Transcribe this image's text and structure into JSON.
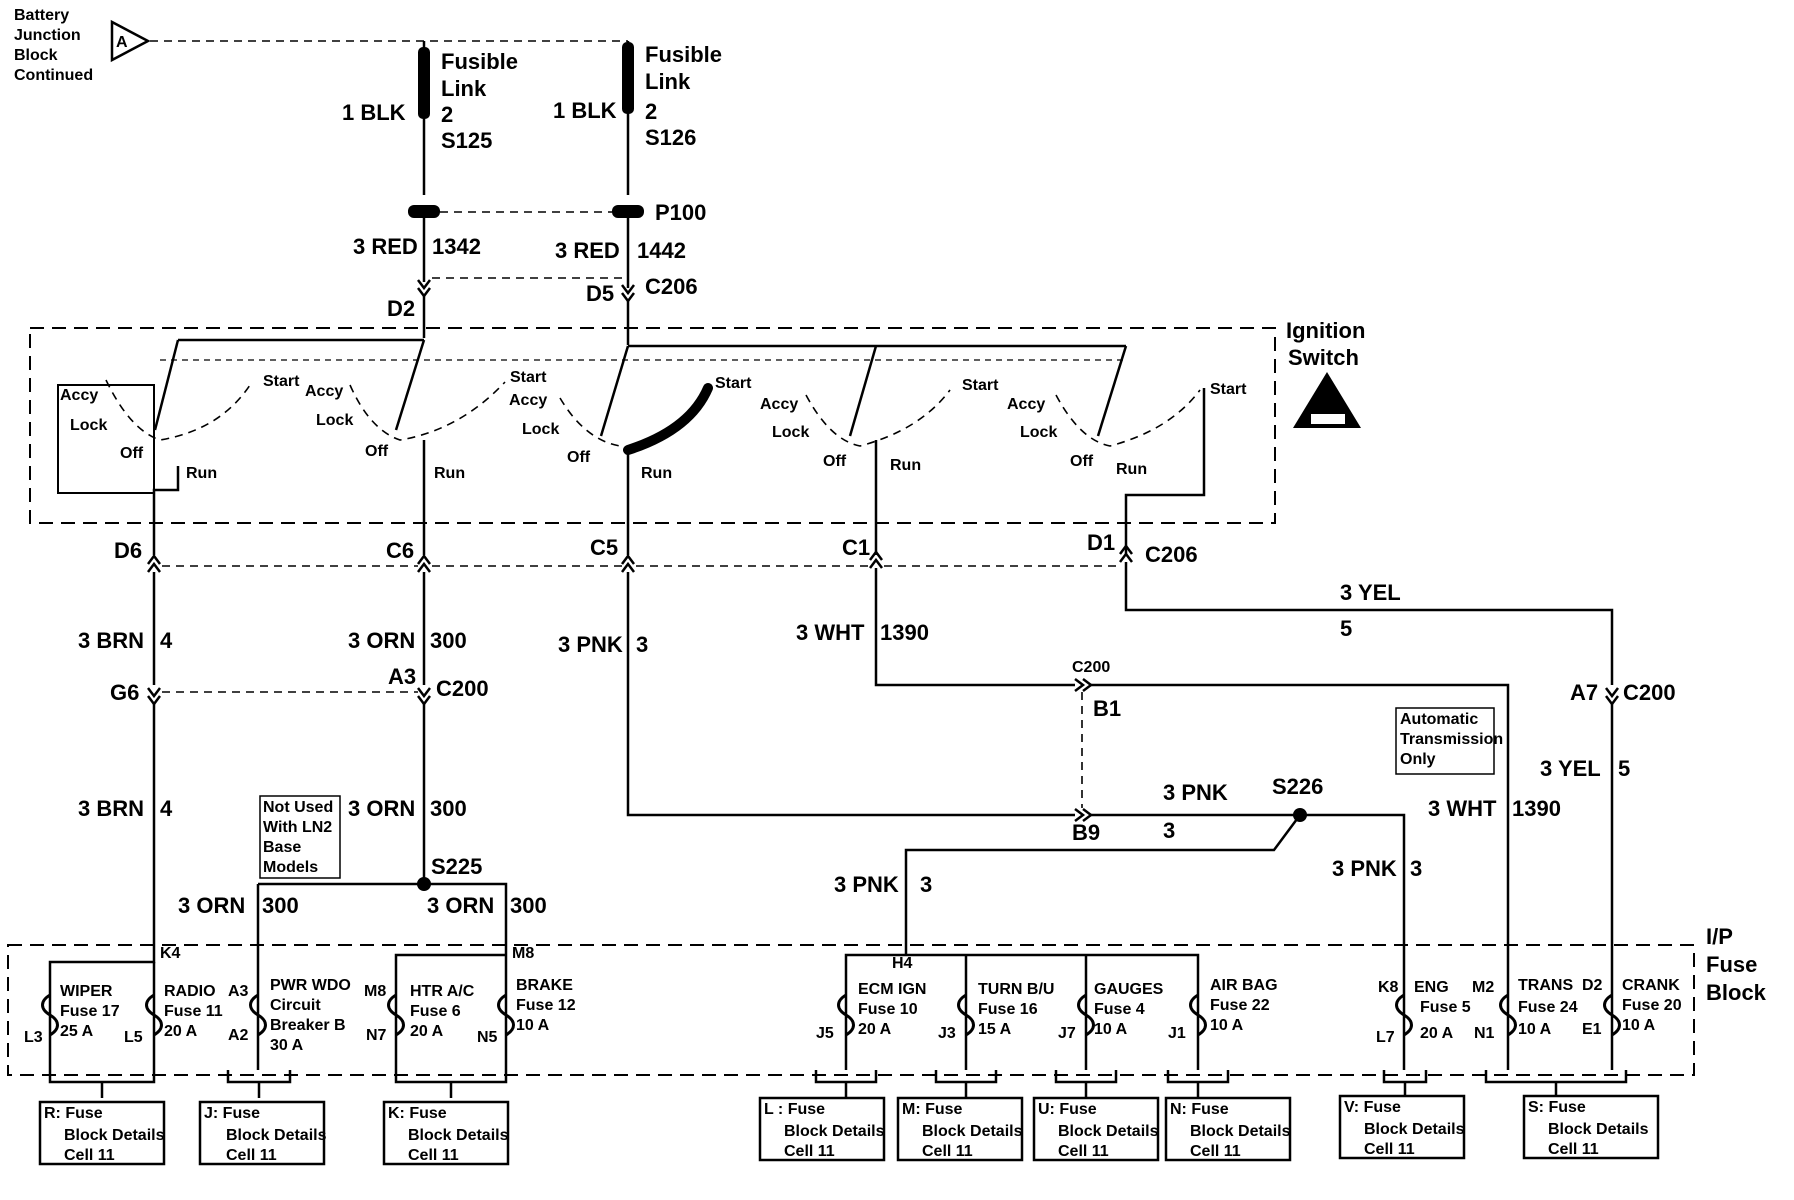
{
  "header": {
    "battery_block": [
      "Battery",
      "Junction",
      "Block",
      "Continued"
    ],
    "connector_a": "A"
  },
  "fusible_links": [
    {
      "lines": [
        "Fusible",
        "Link"
      ],
      "gauge": "1 BLK",
      "size": "2",
      "splice": "S125",
      "wire": "3 RED",
      "circuit": "1342",
      "pin": "D2"
    },
    {
      "lines": [
        "Fusible",
        "Link"
      ],
      "gauge": "1 BLK",
      "size": "2",
      "splice": "S126",
      "wire": "3 RED",
      "circuit": "1442",
      "pin": "D5"
    }
  ],
  "connectors": {
    "p100": "P100",
    "c206_top": "C206",
    "c206_bottom": "C206",
    "c200_left": "C200",
    "c200_mid": "C200",
    "c200_right": "C200"
  },
  "ignition_switch": {
    "title": [
      "Ignition",
      "Switch"
    ],
    "positions": {
      "accy": "Accy",
      "lock": "Lock",
      "off": "Off",
      "run": "Run",
      "start": "Start"
    }
  },
  "output_pins": [
    "D6",
    "C6",
    "C5",
    "C1",
    "D1"
  ],
  "wires": {
    "brn_top": {
      "color": "3 BRN",
      "circuit": "4"
    },
    "orn_top": {
      "color": "3 ORN",
      "circuit": "300"
    },
    "pnk_main": {
      "color": "3 PNK",
      "circuit": "3"
    },
    "wht_main": {
      "color": "3 WHT",
      "circuit": "1390"
    },
    "yel_top": {
      "color": "3 YEL",
      "circuit": "5"
    },
    "brn_bot": {
      "color": "3 BRN",
      "circuit": "4"
    },
    "orn_mid": {
      "color": "3 ORN",
      "circuit": "300"
    },
    "orn_left": {
      "color": "3 ORN",
      "circuit": "300"
    },
    "orn_right": {
      "color": "3 ORN",
      "circuit": "300"
    },
    "pnk_s226": {
      "color": "3 PNK",
      "circuit": "3"
    },
    "pnk_left": {
      "color": "3 PNK",
      "circuit": "3"
    },
    "pnk_right": {
      "color": "3 PNK",
      "circuit": "3"
    },
    "wht_right": {
      "color": "3 WHT",
      "circuit": "1390"
    },
    "yel_right": {
      "color": "3 YEL",
      "circuit": "5"
    }
  },
  "pins": {
    "g6": "G6",
    "a3": "A3",
    "b1": "B1",
    "b9": "B9",
    "a7": "A7"
  },
  "splices": {
    "s225": "S225",
    "s226": "S226"
  },
  "notes": {
    "not_used": [
      "Not Used",
      "With LN2",
      "Base",
      "Models"
    ],
    "automatic": [
      "Automatic",
      "Transmission",
      "Only"
    ]
  },
  "fuse_block": {
    "title": [
      "I/P",
      "Fuse",
      "Block"
    ],
    "fuses": [
      {
        "name": "WIPER",
        "fuse": "Fuse 17",
        "rating": "25 A",
        "in_pin": "K4",
        "out_left": "L3",
        "out_right": "L5"
      },
      {
        "name": "RADIO",
        "fuse": "Fuse 11",
        "rating": "20 A"
      },
      {
        "name": "PWR WDO",
        "fuse": [
          "Circuit",
          "Breaker B"
        ],
        "rating": "30 A",
        "in_pin": "A3",
        "out_pin": "A2"
      },
      {
        "name": "HTR A/C",
        "fuse": "Fuse 6",
        "rating": "20 A",
        "in_pin": "M8",
        "out_pin": "N7"
      },
      {
        "name": "BRAKE",
        "fuse": "Fuse 12",
        "rating": "10 A",
        "in_pin": "M8",
        "out_pin": "N5"
      },
      {
        "name": "ECM IGN",
        "fuse": "Fuse 10",
        "rating": "20 A",
        "in_pin": "H4",
        "out_pin": "J5"
      },
      {
        "name": "TURN B/U",
        "fuse": "Fuse 16",
        "rating": "15 A",
        "out_pin": "J3"
      },
      {
        "name": "GAUGES",
        "fuse": "Fuse 4",
        "rating": "10 A",
        "out_pin": "J7"
      },
      {
        "name": "AIR BAG",
        "fuse": "Fuse 22",
        "rating": "10 A",
        "out_pin": "J1"
      },
      {
        "name": "ENG",
        "fuse": "Fuse 5",
        "rating": "20 A",
        "in_pin": "K8",
        "out_pin": "L7"
      },
      {
        "name": "TRANS",
        "fuse": "Fuse 24",
        "rating": "10 A",
        "in_pin": "M2",
        "out_pin": "N1"
      },
      {
        "name": "CRANK",
        "fuse": "Fuse 20",
        "rating": "10 A",
        "in_pin": "D2",
        "out_pin": "E1"
      }
    ]
  },
  "detail_boxes": [
    {
      "l1": "R: Fuse",
      "l2": "Block Details",
      "l3": "Cell 11"
    },
    {
      "l1": "J: Fuse",
      "l2": "Block Details",
      "l3": "Cell 11"
    },
    {
      "l1": "K: Fuse",
      "l2": "Block Details",
      "l3": "Cell 11"
    },
    {
      "l1": "L : Fuse",
      "l2": "Block Details",
      "l3": "Cell 11"
    },
    {
      "l1": "M: Fuse",
      "l2": "Block Details",
      "l3": "Cell 11"
    },
    {
      "l1": "U: Fuse",
      "l2": "Block Details",
      "l3": "Cell 11"
    },
    {
      "l1": "N: Fuse",
      "l2": "Block Details",
      "l3": "Cell 11"
    },
    {
      "l1": "V: Fuse",
      "l2": "Block Details",
      "l3": "Cell 11"
    },
    {
      "l1": "S: Fuse",
      "l2": "Block Details",
      "l3": "Cell 11"
    }
  ]
}
